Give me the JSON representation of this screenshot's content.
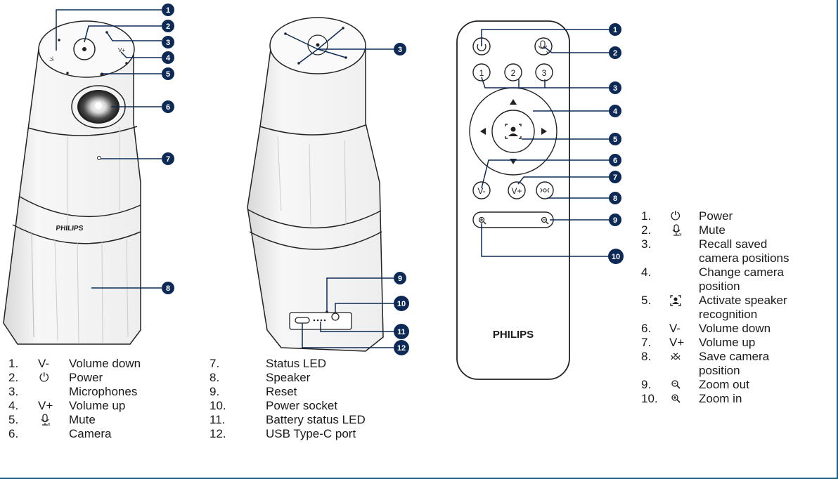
{
  "brand": "PHILIPS",
  "callout_numbers": {
    "device_front": [
      "1",
      "2",
      "3",
      "4",
      "5",
      "6",
      "7",
      "8"
    ],
    "device_back": [
      "3",
      "9",
      "10",
      "11",
      "12"
    ],
    "remote": [
      "1",
      "2",
      "3",
      "4",
      "5",
      "6",
      "7",
      "8",
      "9",
      "10"
    ]
  },
  "device_legend": {
    "col1": [
      {
        "num": "1.",
        "symbol": "V-",
        "label": "Volume down"
      },
      {
        "num": "2.",
        "symbol": "⏻",
        "label": "Power"
      },
      {
        "num": "3.",
        "symbol": "",
        "label": "Microphones"
      },
      {
        "num": "4.",
        "symbol": "V+",
        "label": "Volume up"
      },
      {
        "num": "5.",
        "symbol": "mute-icon",
        "label": "Mute"
      },
      {
        "num": "6.",
        "symbol": "",
        "label": "Camera"
      }
    ],
    "col2": [
      {
        "num": "7.",
        "label": "Status LED"
      },
      {
        "num": "8.",
        "label": "Speaker"
      },
      {
        "num": "9.",
        "label": "Reset"
      },
      {
        "num": "10.",
        "label": "Power socket"
      },
      {
        "num": "11.",
        "label": "Battery status LED"
      },
      {
        "num": "12.",
        "label": "USB Type-C port"
      }
    ]
  },
  "remote_buttons": {
    "presets": [
      "1",
      "2",
      "3"
    ],
    "vol_down": "V-",
    "vol_up": "V+"
  },
  "remote_legend": [
    {
      "num": "1.",
      "symbol": "⏻",
      "lines": [
        "Power"
      ]
    },
    {
      "num": "2.",
      "symbol": "mute-icon",
      "lines": [
        "Mute"
      ]
    },
    {
      "num": "3.",
      "symbol": "",
      "lines": [
        "Recall saved",
        "camera positions"
      ]
    },
    {
      "num": "4.",
      "symbol": "",
      "lines": [
        "Change camera",
        "position"
      ]
    },
    {
      "num": "5.",
      "symbol": "speaker-recognition-icon",
      "lines": [
        "Activate speaker",
        "recognition"
      ]
    },
    {
      "num": "6.",
      "symbol": "V-",
      "lines": [
        "Volume down"
      ]
    },
    {
      "num": "7.",
      "symbol": "V+",
      "lines": [
        "Volume up"
      ]
    },
    {
      "num": "8.",
      "symbol": "save-position-icon",
      "lines": [
        "Save camera",
        "position"
      ]
    },
    {
      "num": "9.",
      "symbol": "zoom-out-icon",
      "lines": [
        "Zoom out"
      ]
    },
    {
      "num": "10.",
      "symbol": "zoom-in-icon",
      "lines": [
        "Zoom in"
      ]
    }
  ],
  "colors": {
    "callout": "#0d2a57",
    "frame": "#1f5f8b",
    "line": "#222222"
  }
}
